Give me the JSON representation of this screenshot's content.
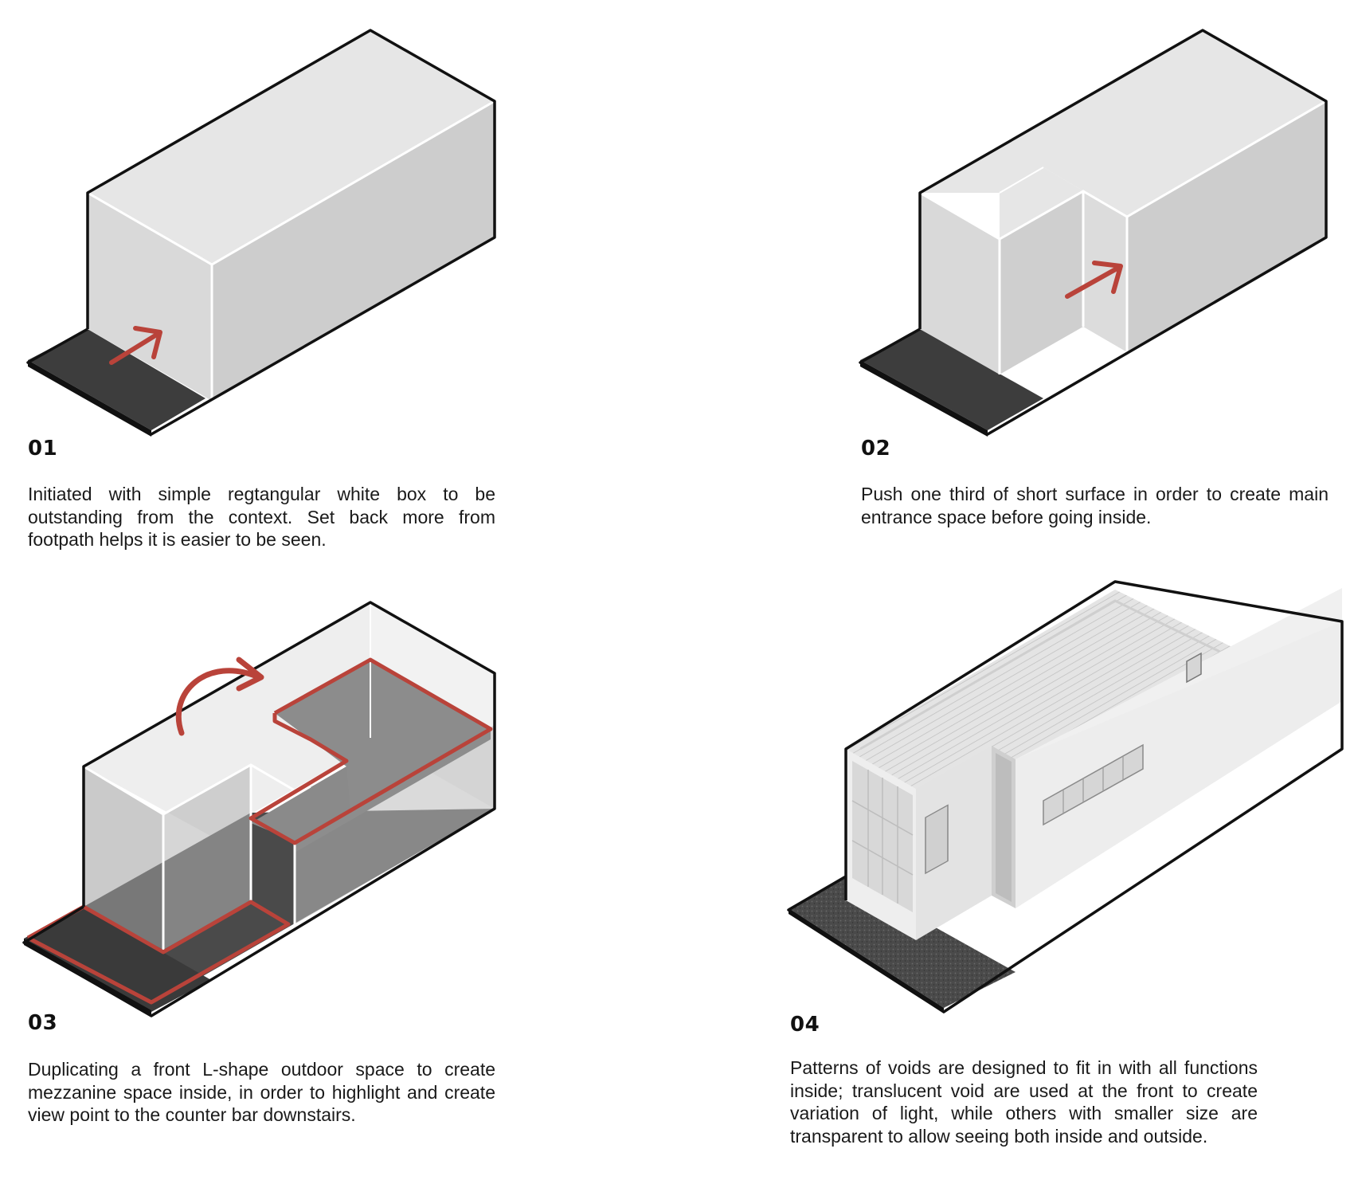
{
  "steps": [
    {
      "number": "01",
      "caption": "Initiated with simple regtangular white box to be outstanding from the context. Set back more from footpath helps it is easier to be seen."
    },
    {
      "number": "02",
      "caption": "Push one third of short surface in order to create main entrance space before going inside."
    },
    {
      "number": "03",
      "caption": "Duplicating a front L-shape outdoor space to create mezzanine space inside, in order to highlight and create view point to the counter bar downstairs."
    },
    {
      "number": "04",
      "caption": "Patterns of voids are designed to fit in with all functions inside; translucent void are used at the front to create variation of light, while others with smaller size are transparent to allow seeing both inside and outside."
    }
  ],
  "colors": {
    "accent": "#b9433a",
    "ground": "#3d3d3d",
    "wall_light": "#e6e6e6",
    "wall_mid": "#cfcfcf",
    "outline": "#111111"
  }
}
